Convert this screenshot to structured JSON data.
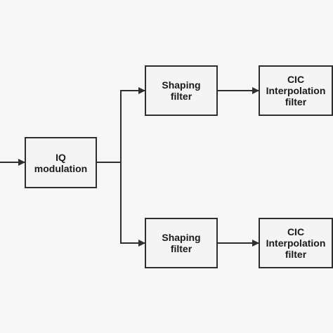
{
  "diagram": {
    "blocks": {
      "iq_modulation": "IQ\nmodulation",
      "shaping_filter_top": "Shaping\nfilter",
      "cic_filter_top": "CIC\nInterpolation\nfilter",
      "shaping_filter_bottom": "Shaping\nfilter",
      "cic_filter_bottom": "CIC\nInterpolation\nfilter"
    },
    "colors": {
      "line": "#2f2f2f",
      "border": "#2f2f2f",
      "background": "#f7f7f7"
    }
  }
}
